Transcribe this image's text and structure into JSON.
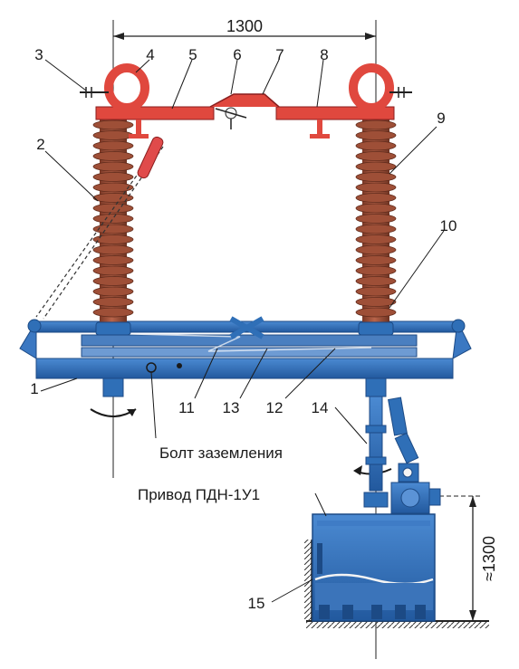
{
  "diagram": {
    "dimension_top": "1300",
    "dimension_right": "≈1300",
    "callouts": {
      "c1": "1",
      "c2": "2",
      "c3": "3",
      "c4": "4",
      "c5": "5",
      "c6": "6",
      "c7": "7",
      "c8": "8",
      "c9": "9",
      "c10": "10",
      "c11": "11",
      "c12": "12",
      "c13": "13",
      "c14": "14",
      "c15": "15"
    },
    "label_ground_bolt": "Болт заземления",
    "label_drive": "Привод ПДН-1У1",
    "colors": {
      "frame": "#2f6fb7",
      "insulator": "#a4543a",
      "conductor": "#d9463c",
      "ink": "#1a1a1a"
    }
  }
}
